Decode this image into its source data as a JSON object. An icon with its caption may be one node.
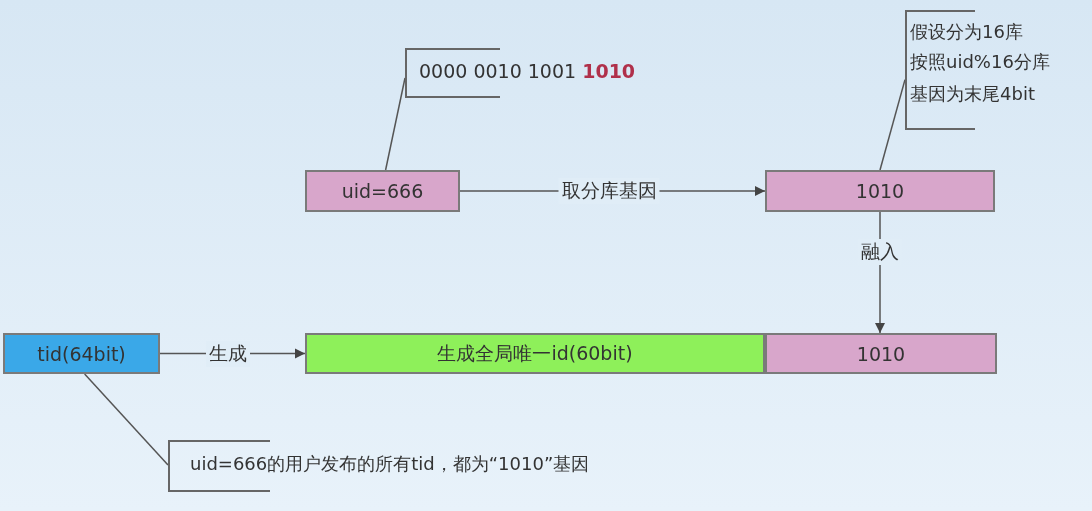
{
  "diagram": {
    "nodes": [
      {
        "text": [
          "0000 0010 1001 **1010**"
        ]
      },
      {
        "text": [
          "假设分为16库",
          "按照uid%16分库",
          "基因为末尾4bit"
        ]
      },
      {
        "text": [
          "uid=666"
        ]
      },
      {
        "text": [
          "1010"
        ]
      },
      {
        "text": [
          "tid(64bit)"
        ]
      },
      {
        "text": [
          "生成全局唯一id(60bit)"
        ]
      },
      {
        "text": [
          "1010"
        ]
      },
      {
        "text": [
          "uid=666的用户发布的所有tid，都为“1010”基因"
        ]
      }
    ],
    "edges": [
      {
        "from": 2,
        "to": 3,
        "arrow": "to",
        "label": "取分库基因"
      },
      {
        "from": 3,
        "to": 6,
        "arrow": "to",
        "label": "融入"
      },
      {
        "from": 4,
        "to": 5,
        "arrow": "to",
        "label": "生成"
      },
      {
        "from": 0,
        "to": 2,
        "arrow": "none"
      },
      {
        "from": 1,
        "to": 3,
        "arrow": "none"
      },
      {
        "from": 7,
        "to": 4,
        "arrow": "none"
      }
    ]
  }
}
